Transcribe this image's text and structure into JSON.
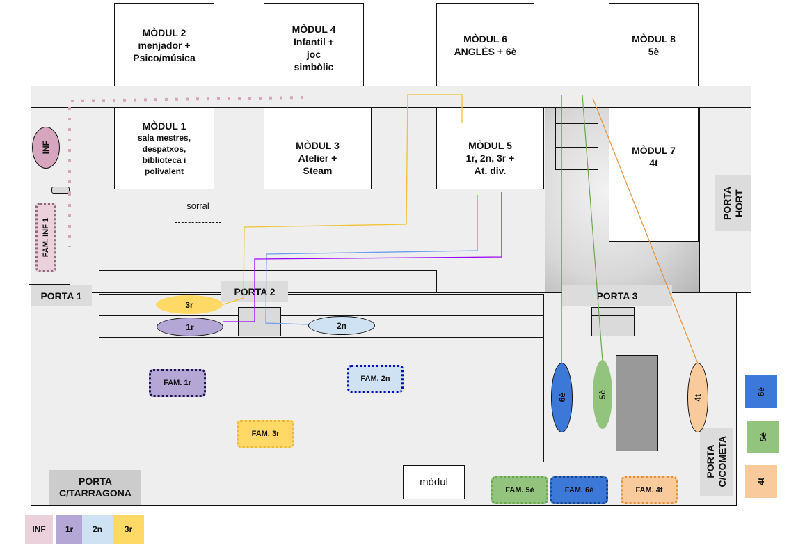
{
  "modules": {
    "m2": {
      "title": "MÒDUL 2",
      "lines": [
        "menjador +",
        "Psico/música"
      ]
    },
    "m4": {
      "title": "MÒDUL 4",
      "lines": [
        "Infantil +",
        "joc",
        "simbòlic"
      ]
    },
    "m6": {
      "title": "MÒDUL 6",
      "lines": [
        "ANGLÈS + 6è"
      ]
    },
    "m8": {
      "title": "MÒDUL 8",
      "lines": [
        "5è"
      ]
    },
    "m1": {
      "title": "MÒDUL 1",
      "lines": [
        "sala mestres,",
        "despatxos,",
        "biblioteca i",
        "polivalent"
      ]
    },
    "m3": {
      "title": "MÒDUL 3",
      "lines": [
        "Atelier +",
        "Steam"
      ]
    },
    "m5": {
      "title": "MÒDUL 5",
      "lines": [
        "1r, 2n, 3r +",
        "At. div."
      ]
    },
    "m7": {
      "title": "MÒDUL 7",
      "lines": [
        "4t"
      ]
    }
  },
  "areas": {
    "sorral": "sorral",
    "modul": "mòdul"
  },
  "doors": {
    "porta1": "PORTA 1",
    "porta2": "PORTA 2",
    "porta3": "PORTA 3",
    "porta_hort": [
      "PORTA",
      "HORT"
    ],
    "porta_tarragona": [
      "PORTA",
      "C/TARRAGONA"
    ],
    "porta_cometa": [
      "PORTA",
      "C/COMETA"
    ]
  },
  "groups": {
    "inf": "INF",
    "g1r": "1r",
    "g2n": "2n",
    "g3r": "3r",
    "g4t": "4t",
    "g5e": "5è",
    "g6e": "6è"
  },
  "family_points": {
    "inf1": "FAM. INF 1",
    "f1r": "FAM. 1r",
    "f2n": "FAM. 2n",
    "f3r": "FAM. 3r",
    "f4t": "FAM. 4t",
    "f5e": "FAM. 5è",
    "f6e": "FAM. 6è"
  },
  "legend_bottom": [
    "INF",
    "1r",
    "2n",
    "3r"
  ],
  "legend_right": [
    "6è",
    "5è",
    "4t"
  ],
  "colors": {
    "inf": "#d5a6bd",
    "inf_light": "#ead1dc",
    "g1r": "#b4a7d6",
    "g2n": "#cfe2f3",
    "g3r": "#ffd966",
    "g4t": "#f9cb9c",
    "g5e": "#93c47d",
    "g6e": "#3c78d8",
    "route_3r": "#f1c232",
    "route_1r": "#9900ff",
    "route_2n": "#6d9eeb",
    "route_6e": "#4a6fd8",
    "route_5e": "#6aa84f",
    "route_4t": "#e69138"
  }
}
